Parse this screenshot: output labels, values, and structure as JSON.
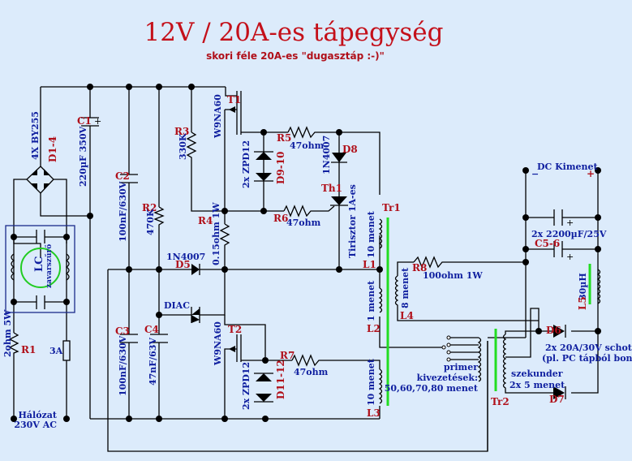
{
  "header": {
    "title": "12V / 20A-es tápegység",
    "subtitle": "skori féle 20A-es \"dugasztáp :-)\""
  },
  "colors": {
    "background": "#dcebfb",
    "ref_labels": "#b0101a",
    "value_labels": "#1020a0",
    "core": "#22dd22",
    "wire": "#000000"
  },
  "mains": {
    "label_line1": "Hálózat",
    "label_line2": "230V AC",
    "fuse": "3A"
  },
  "filter": {
    "label": "LC",
    "sub": "zavarszűrő"
  },
  "components": {
    "r1": {
      "ref": "R1",
      "value": "2ohm 5W"
    },
    "d1_4": {
      "ref": "D1-4",
      "value": "4X BY255"
    },
    "c1": {
      "ref": "C1",
      "value": "220µF 350V",
      "plus": "+"
    },
    "c2": {
      "ref": "C2",
      "value": "100nF/630V"
    },
    "c3": {
      "ref": "C3",
      "value": "100nF/630V"
    },
    "c4": {
      "ref": "C4",
      "value": "47nF/63V"
    },
    "r2": {
      "ref": "R2",
      "value": "470K"
    },
    "r3": {
      "ref": "R3",
      "value": "330K"
    },
    "r4": {
      "ref": "R4",
      "value": "0.15ohm 1W"
    },
    "d5": {
      "ref": "D5",
      "value": "1N4007"
    },
    "diac": {
      "value": "DIAC"
    },
    "t1": {
      "ref": "T1",
      "value": "W9NA60"
    },
    "t2": {
      "ref": "T2",
      "value": "W9NA60"
    },
    "d9_10": {
      "ref": "D9-10",
      "value": "2x ZPD12"
    },
    "d11_12": {
      "ref": "D11-12",
      "value": "2x ZPD12"
    },
    "r5": {
      "ref": "R5",
      "value": "47ohm"
    },
    "r6": {
      "ref": "R6",
      "value": "47ohm"
    },
    "r7": {
      "ref": "R7",
      "value": "47ohm"
    },
    "d8": {
      "ref": "D8",
      "value": "1N4007"
    },
    "th1": {
      "ref": "Th1",
      "value": "Tirisztor 1A-es"
    },
    "tr1": {
      "ref": "Tr1"
    },
    "l1": {
      "ref": "L1",
      "value": "10 menet"
    },
    "l2": {
      "ref": "L2",
      "value": "1 menet"
    },
    "l3": {
      "ref": "L3",
      "value": "10 menet"
    },
    "l4": {
      "ref": "L4",
      "value": "8 menet"
    },
    "r8": {
      "ref": "R8",
      "value": "100ohm 1W"
    },
    "tr2": {
      "ref": "Tr2",
      "primary_line1": "primer",
      "primary_line2": "kivezetések:",
      "primary_line3": "50,60,70,80 menet",
      "secondary_line1": "szekunder",
      "secondary_line2": "2x 5 menet"
    },
    "d6": {
      "ref": "D6"
    },
    "d7": {
      "ref": "D7"
    },
    "d6_7": {
      "value_line1": "2x 20A/30V schottky",
      "value_line2": "(pl. PC tápból bontott)"
    },
    "c5_6": {
      "ref": "C5-6",
      "value": "2x 2200µF/25V",
      "plus": "+"
    },
    "l5": {
      "ref": "L5",
      "value": "30µH"
    }
  },
  "output": {
    "label": "DC Kimenet",
    "minus": "−",
    "plus": "+"
  }
}
